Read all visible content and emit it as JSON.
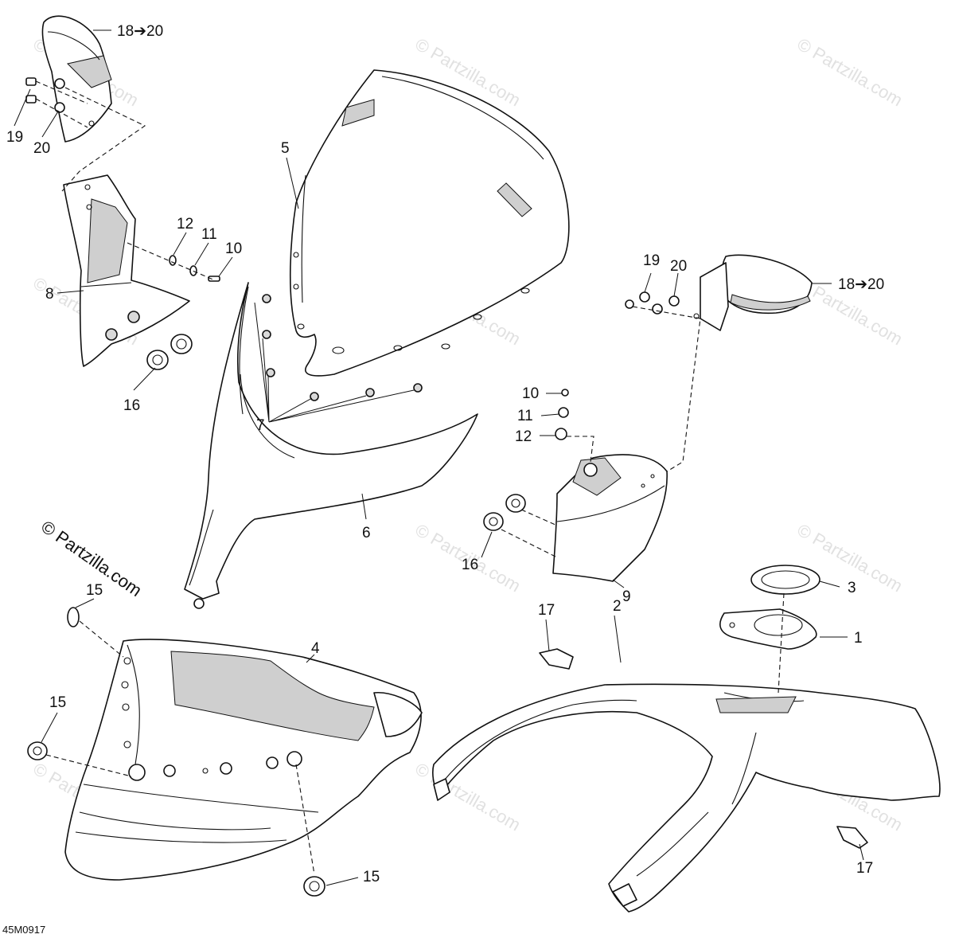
{
  "diagram": {
    "drawing_code": "45M0917",
    "copyright_text": "© Partzilla.com",
    "watermark_text": "© Partzilla.com",
    "callouts": {
      "c1": "1",
      "c2": "2",
      "c3": "3",
      "c4": "4",
      "c5": "5",
      "c6": "6",
      "c7": "7",
      "c8": "8",
      "c9": "9",
      "c10_left": "10",
      "c10_right": "10",
      "c11_left": "11",
      "c11_right": "11",
      "c12_left": "12",
      "c12_right": "12",
      "c15_top": "15",
      "c15_mid": "15",
      "c15_bottom": "15",
      "c16_left": "16",
      "c16_right": "16",
      "c17_left": "17",
      "c17_right": "17",
      "c18_20_left": "18➔20",
      "c18_20_right": "18➔20",
      "c19_left": "19",
      "c19_right": "19",
      "c20_left": "20",
      "c20_right": "20"
    }
  }
}
